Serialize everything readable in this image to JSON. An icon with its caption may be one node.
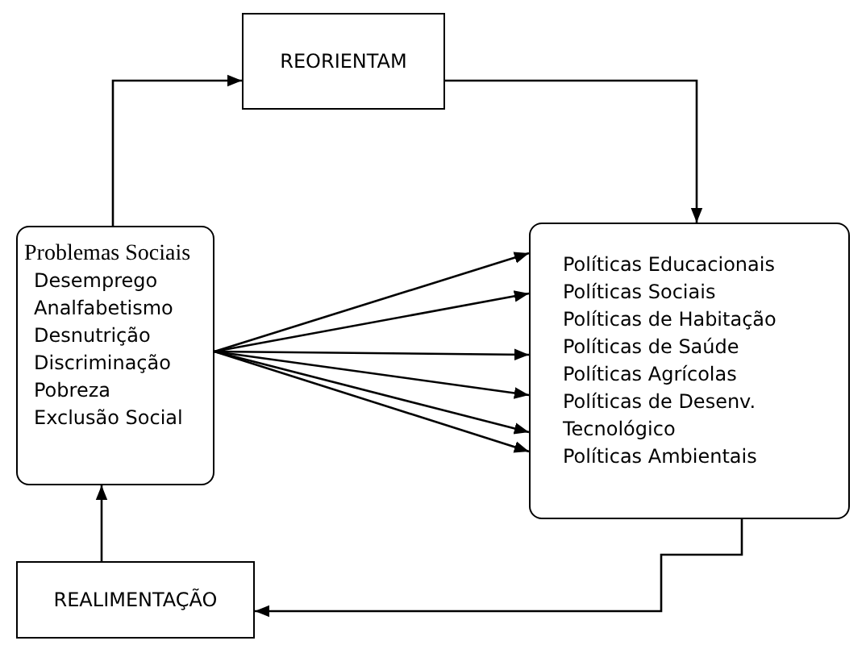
{
  "diagram": {
    "nodes": [
      {
        "text": [
          "REORIENTAM"
        ]
      },
      {
        "text": [
          "Problemas Sociais",
          "Desemprego",
          "Analfabetismo",
          "Desnutrição",
          "Discriminação",
          "Pobreza",
          "Exclusão Social"
        ]
      },
      {
        "text": [
          "Políticas Educacionais",
          "Políticas Sociais",
          "Políticas de Habitação",
          "Políticas de Saúde",
          "Políticas Agrícolas",
          "Políticas de Desenv. Tecnológico",
          "Políticas Ambientais"
        ]
      },
      {
        "text": [
          "REALIMENTAÇÃO"
        ]
      }
    ],
    "edges": [
      {
        "from": 1,
        "to": 0,
        "arrow": "to"
      },
      {
        "from": 0,
        "to": 2,
        "arrow": "to"
      },
      {
        "from": 1,
        "to": 2,
        "arrow": "to"
      },
      {
        "from": 1,
        "to": 2,
        "arrow": "to"
      },
      {
        "from": 1,
        "to": 2,
        "arrow": "to"
      },
      {
        "from": 1,
        "to": 2,
        "arrow": "to"
      },
      {
        "from": 1,
        "to": 2,
        "arrow": "to"
      },
      {
        "from": 1,
        "to": 2,
        "arrow": "to"
      },
      {
        "from": 2,
        "to": 3,
        "arrow": "to"
      },
      {
        "from": 3,
        "to": 1,
        "arrow": "to"
      }
    ]
  }
}
